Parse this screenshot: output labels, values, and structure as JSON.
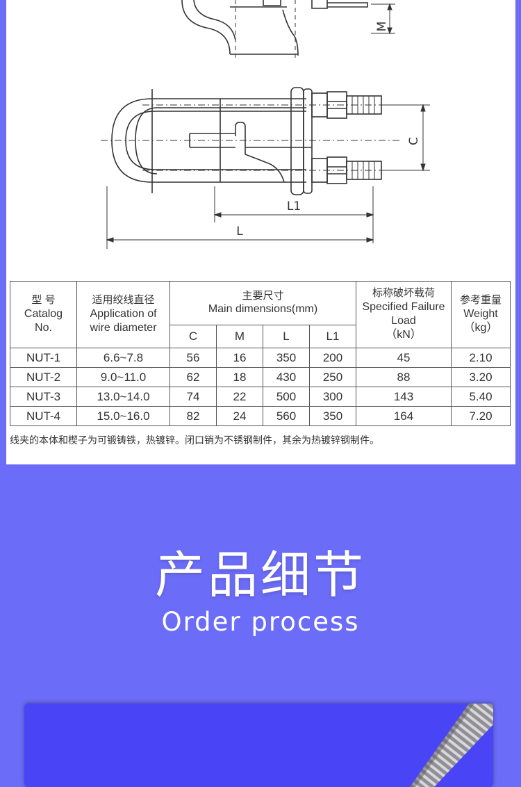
{
  "drawing": {
    "dim_m": "M",
    "dim_c": "C",
    "dim_l1": "L1",
    "dim_l": "L"
  },
  "table": {
    "head": {
      "catalog_cn": "型 号",
      "catalog_en_1": "Catalog",
      "catalog_en_2": "No.",
      "app_cn": "适用绞线直径",
      "app_en_1": "Application of",
      "app_en_2": "wire diameter",
      "main_cn": "主要尺寸",
      "main_en": "Main dimensions(mm)",
      "load_cn": "标称破坏载荷",
      "load_en_1": "Specified Failure",
      "load_en_2": "Load",
      "load_unit": "（kN）",
      "weight_cn": "参考重量",
      "weight_en": "Weight",
      "weight_unit": "（kg）",
      "c": "C",
      "m": "M",
      "l": "L",
      "l1": "L1"
    },
    "rows": [
      [
        "NUT-1",
        "6.6~7.8",
        "56",
        "16",
        "350",
        "200",
        "45",
        "2.10"
      ],
      [
        "NUT-2",
        "9.0~11.0",
        "62",
        "18",
        "430",
        "250",
        "88",
        "3.20"
      ],
      [
        "NUT-3",
        "13.0~14.0",
        "74",
        "22",
        "500",
        "300",
        "143",
        "5.40"
      ],
      [
        "NUT-4",
        "15.0~16.0",
        "82",
        "24",
        "560",
        "350",
        "164",
        "7.20"
      ]
    ]
  },
  "footnote": "线夹的本体和楔子为可锻铸铁，热镀锌。闭口销为不锈钢制件，其余为热镀锌钢制件。",
  "section": {
    "title": "产品细节",
    "subtitle": "Order process"
  },
  "colors": {
    "page_bg": "#6b6cf7",
    "panel_bg": "#4a44f7"
  }
}
